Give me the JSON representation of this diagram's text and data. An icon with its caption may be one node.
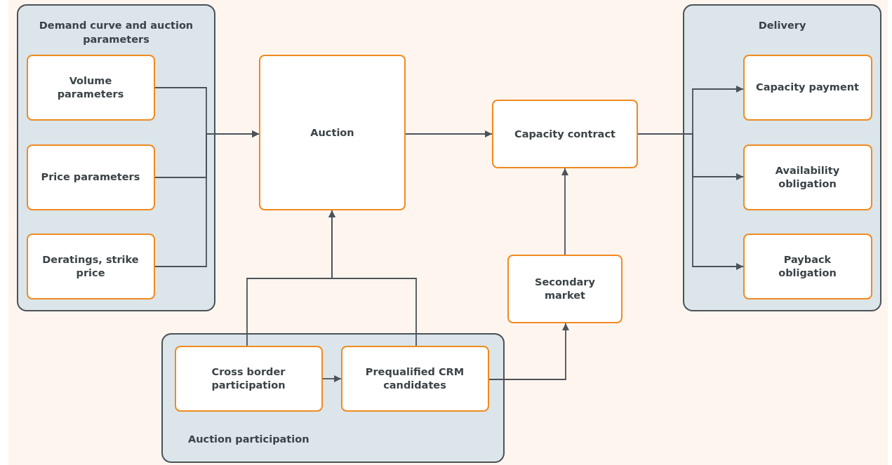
{
  "diagram": {
    "nodes": [
      {
        "text": [
          "Demand curve and auction parameters"
        ]
      },
      {
        "text": [
          "Volume parameters"
        ],
        "in": 0
      },
      {
        "text": [
          "Price parameters"
        ],
        "in": 0
      },
      {
        "text": [
          "Deratings, strike price"
        ],
        "in": 0
      },
      {
        "text": [
          "Auction"
        ]
      },
      {
        "text": [
          "Capacity contract"
        ]
      },
      {
        "text": [
          "Delivery"
        ]
      },
      {
        "text": [
          "Capacity payment"
        ],
        "in": 6
      },
      {
        "text": [
          "Availability obligation"
        ],
        "in": 6
      },
      {
        "text": [
          "Payback obligation"
        ],
        "in": 6
      },
      {
        "text": [
          "Auction participation"
        ]
      },
      {
        "text": [
          "Cross border participation"
        ],
        "in": 10
      },
      {
        "text": [
          "Prequalified CRM candidates"
        ],
        "in": 10
      },
      {
        "text": [
          "Secondary market"
        ]
      }
    ],
    "edges": [
      {
        "from": 1,
        "to": 4,
        "arrow": "to"
      },
      {
        "from": 2,
        "to": 4,
        "arrow": "to"
      },
      {
        "from": 3,
        "to": 4,
        "arrow": "to"
      },
      {
        "from": 4,
        "to": 5,
        "arrow": "to"
      },
      {
        "from": 5,
        "to": 7,
        "arrow": "to"
      },
      {
        "from": 5,
        "to": 8,
        "arrow": "to"
      },
      {
        "from": 5,
        "to": 9,
        "arrow": "to"
      },
      {
        "from": 11,
        "to": 4,
        "arrow": "to"
      },
      {
        "from": 12,
        "to": 4,
        "arrow": "to"
      },
      {
        "from": 11,
        "to": 12,
        "arrow": "to"
      },
      {
        "from": 12,
        "to": 13,
        "arrow": "to"
      },
      {
        "from": 13,
        "to": 5,
        "arrow": "to"
      }
    ]
  }
}
